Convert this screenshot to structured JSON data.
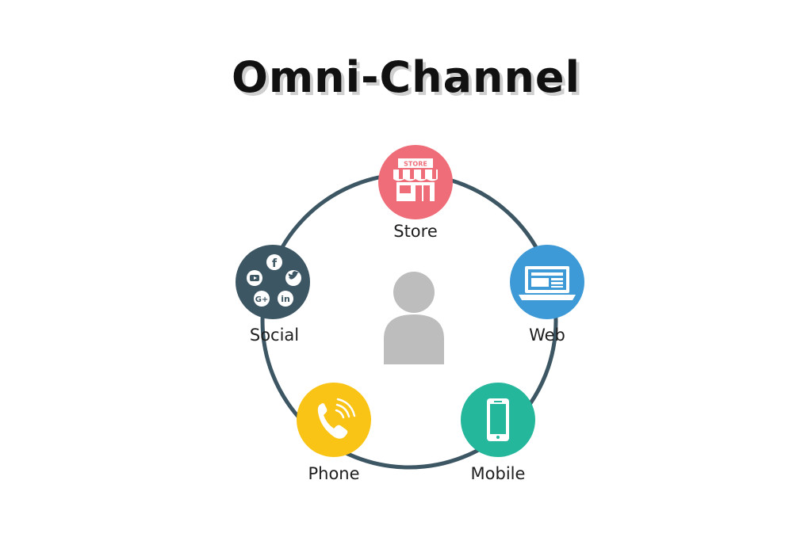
{
  "title": "Omni-Channel",
  "channels": {
    "store": {
      "label": "Store",
      "sign": "STORE",
      "color": "#ee6d78",
      "icon": "storefront-icon"
    },
    "web": {
      "label": "Web",
      "color": "#3e9ad6",
      "icon": "laptop-icon"
    },
    "mobile": {
      "label": "Mobile",
      "color": "#24b79b",
      "icon": "smartphone-icon"
    },
    "phone": {
      "label": "Phone",
      "color": "#f9c415",
      "icon": "phone-call-icon"
    },
    "social": {
      "label": "Social",
      "color": "#3d5664",
      "icon": "social-media-icon"
    }
  },
  "social_icons": [
    "facebook-icon",
    "twitter-icon",
    "youtube-icon",
    "google-plus-icon",
    "linkedin-icon"
  ],
  "center": {
    "icon": "customer-person-icon",
    "color": "#bdbdbd"
  },
  "ring_color": "#3d5664"
}
